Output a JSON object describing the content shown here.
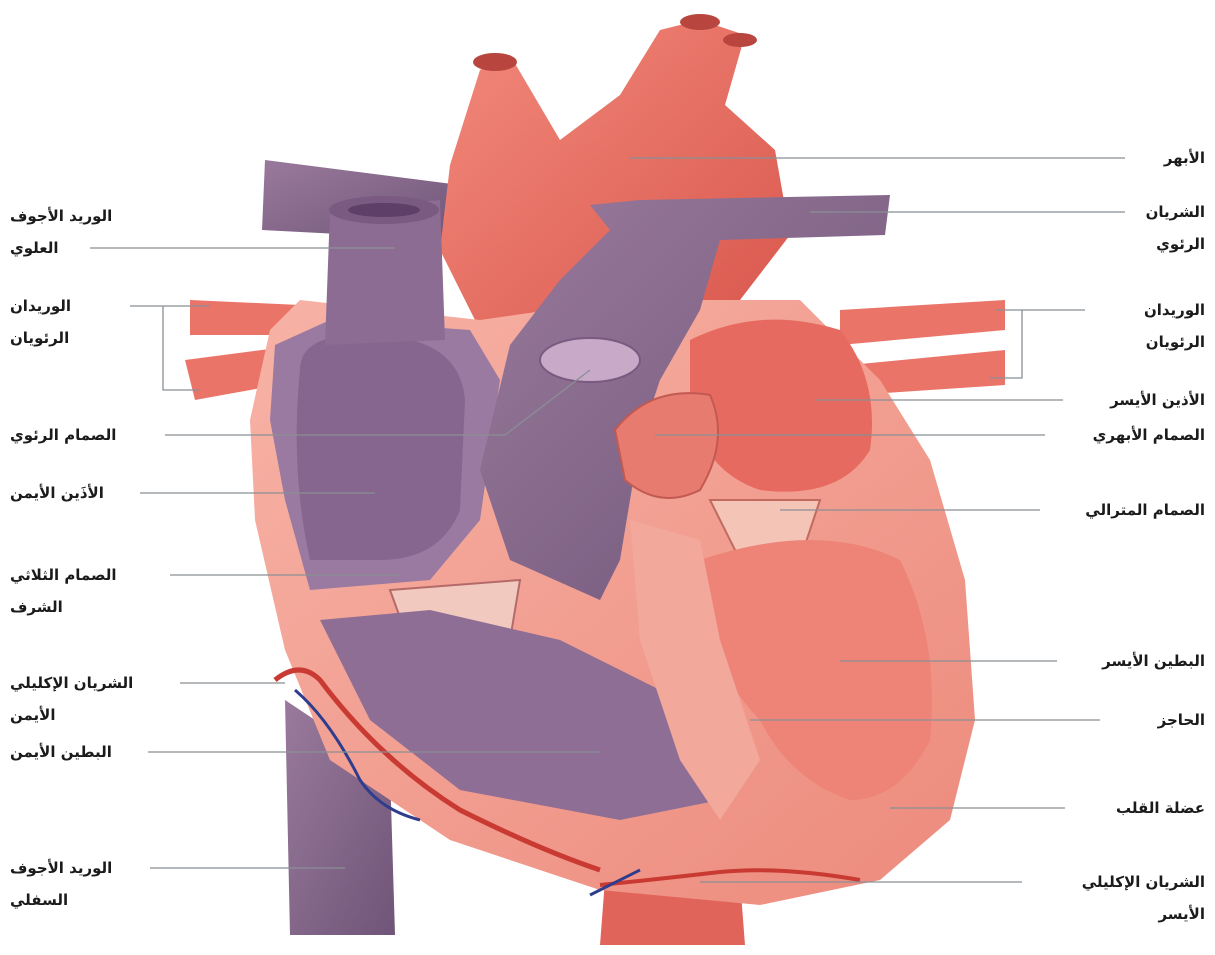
{
  "colors": {
    "background": "#ffffff",
    "oxygenated": "#ea6a60",
    "deoxygenated": "#8a6a8e",
    "muscle": "#f09a8e",
    "leader_line": "#8a8f95",
    "label_text": "#1b1b1b"
  },
  "labels": {
    "aorta": "الأبهر",
    "pulmonary_artery_1": "الشريان",
    "pulmonary_artery_2": "الرئوي",
    "superior_vena_cava_1": "الوريد الأجوف",
    "superior_vena_cava_2": "العلوي",
    "pulmonary_veins_left_1": "الوريدان",
    "pulmonary_veins_left_2": "الرئويان",
    "pulmonary_veins_right_1": "الوريدان",
    "pulmonary_veins_right_2": "الرئويان",
    "left_atrium": "الأذين الأيسر",
    "pulmonary_valve": "الصمام الرئوي",
    "aortic_valve": "الصمام الأبهري",
    "right_atrium": "الأذَين الأيمن",
    "mitral_valve": "الصمام المترالي",
    "tricuspid_valve_1": "الصمام الثلاثي",
    "tricuspid_valve_2": "الشرف",
    "right_coronary_1": "الشريان الإكليلي",
    "right_coronary_2": "الأيمن",
    "left_ventricle": "البطين الأيسر",
    "septum": "الحاجز",
    "right_ventricle": "البطين الأيمن",
    "myocardium": "عضلة القلب",
    "inferior_vena_cava_1": "الوريد الأجوف",
    "inferior_vena_cava_2": "السفلي",
    "left_coronary_1": "الشريان الإكليلي",
    "left_coronary_2": "الأيسر"
  }
}
